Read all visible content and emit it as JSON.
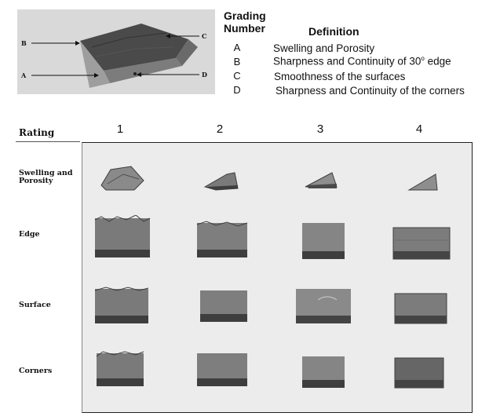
{
  "figure": {
    "reference_labels": {
      "a": "A",
      "b": "B",
      "c": "C",
      "d": "D"
    },
    "grading_header": {
      "line1": "Grading",
      "line2": "Number"
    },
    "definition_header": "Definition",
    "grades": [
      {
        "code": "A",
        "definition": "Swelling and Porosity"
      },
      {
        "code": "B",
        "definition_prefix": "Sharpness and Continuity of 30",
        "definition_sup": "o",
        "definition_suffix": "edge"
      },
      {
        "code": "C",
        "definition": "Smoothness of the surfaces"
      },
      {
        "code": "D",
        "definition": "Sharpness and Continuity of the corners"
      }
    ]
  },
  "rating": {
    "header": "Rating",
    "columns": [
      "1",
      "2",
      "3",
      "4"
    ],
    "rows": [
      {
        "line1": "Swelling and",
        "line2": "Porosity"
      },
      {
        "line1": "Edge"
      },
      {
        "line1": "Surface"
      },
      {
        "line1": "Corners"
      }
    ]
  },
  "colors": {
    "photo_bg": "#d9d9d9",
    "specimen_dark": "#3e3e3e",
    "specimen_mid": "#6b6b6b",
    "specimen_light": "#9a9a9a",
    "panel_bg": "#ececec"
  }
}
